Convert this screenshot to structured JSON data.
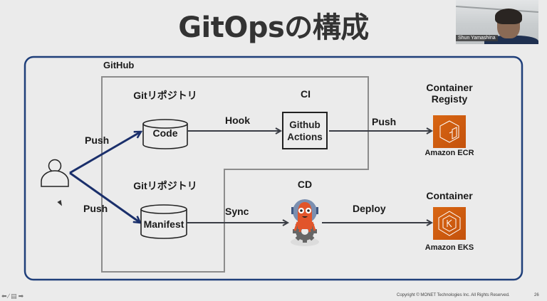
{
  "slide": {
    "title": "GitOpsの構成",
    "page_number": "26",
    "copyright": "Copyright © MONET Technologies Inc. All Rights Reserved."
  },
  "webcam": {
    "participant_name": "Shun Yamashina"
  },
  "navigation": {
    "icons": [
      "previous-arrow-icon",
      "pen-icon",
      "menu-icon",
      "next-arrow-icon"
    ]
  },
  "diagram": {
    "github_label": "GitHub",
    "repo_code": {
      "section_label": "Gitリポジトリ",
      "label": "Code"
    },
    "repo_manifest": {
      "section_label": "Gitリポジトリ",
      "label": "Manifest"
    },
    "ci": {
      "section_label": "CI",
      "box_line1": "Github",
      "box_line2": "Actions"
    },
    "cd": {
      "section_label": "CD",
      "icon": "argo-cd-icon"
    },
    "registry": {
      "heading_line1": "Container",
      "heading_line2": "Registy",
      "service": "Amazon ECR",
      "icon": "amazon-ecr-icon"
    },
    "container": {
      "heading": "Container",
      "service": "Amazon EKS",
      "icon": "amazon-eks-icon"
    },
    "edges": {
      "push_code": "Push",
      "push_manifest": "Push",
      "hook": "Hook",
      "push_ecr": "Push",
      "sync": "Sync",
      "deploy": "Deploy"
    },
    "colors": {
      "outer_border": "#1f3f7a",
      "push_arrow": "#1a2f6b",
      "aws_orange": "#d86613",
      "gray_outline": "#8c8c8c"
    }
  }
}
